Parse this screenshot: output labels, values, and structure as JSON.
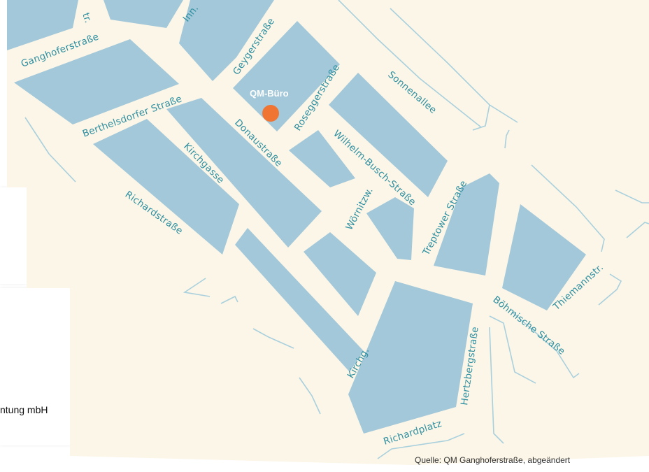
{
  "background": {
    "logo_fragment": "g",
    "company_fragment": "ntung mbH"
  },
  "map": {
    "colors": {
      "ground": "#fcf6e8",
      "block": "#a2c8d9",
      "label": "#2f8fa0",
      "marker": "#f07533"
    },
    "poi": {
      "label": "QM-Büro",
      "marker_icon": "orange-dot-icon"
    },
    "streets": [
      {
        "key": "str_fragment",
        "label": "tr."
      },
      {
        "key": "inn",
        "label": "Inn."
      },
      {
        "key": "ganghofer",
        "label": "Ganghoferstraße"
      },
      {
        "key": "geyger",
        "label": "Geygerstraße"
      },
      {
        "key": "berthelsdorfer",
        "label": "Berthelsdorfer Straße"
      },
      {
        "key": "rosegger",
        "label": "Roseggerstraße"
      },
      {
        "key": "sonnenallee",
        "label": "Sonnenallee"
      },
      {
        "key": "donau",
        "label": "Donaustraße"
      },
      {
        "key": "kirchgasse",
        "label": "Kirchgasse"
      },
      {
        "key": "wilhelm_busch",
        "label": "Wilhelm-Busch-Straße"
      },
      {
        "key": "richardstrasse",
        "label": "Richardstraße"
      },
      {
        "key": "woernitzw",
        "label": "Wörnitzw."
      },
      {
        "key": "treptower",
        "label": "Treptower Straße"
      },
      {
        "key": "thiemann",
        "label": "Thiemannstr."
      },
      {
        "key": "boehmische",
        "label": "Böhmische Straße"
      },
      {
        "key": "hertzberg",
        "label": "Hertzbergstraße"
      },
      {
        "key": "kirchg",
        "label": "Kirchg."
      },
      {
        "key": "richardplatz",
        "label": "Richardplatz"
      }
    ],
    "source": "Quelle: QM Ganghoferstraße, abgeändert"
  }
}
